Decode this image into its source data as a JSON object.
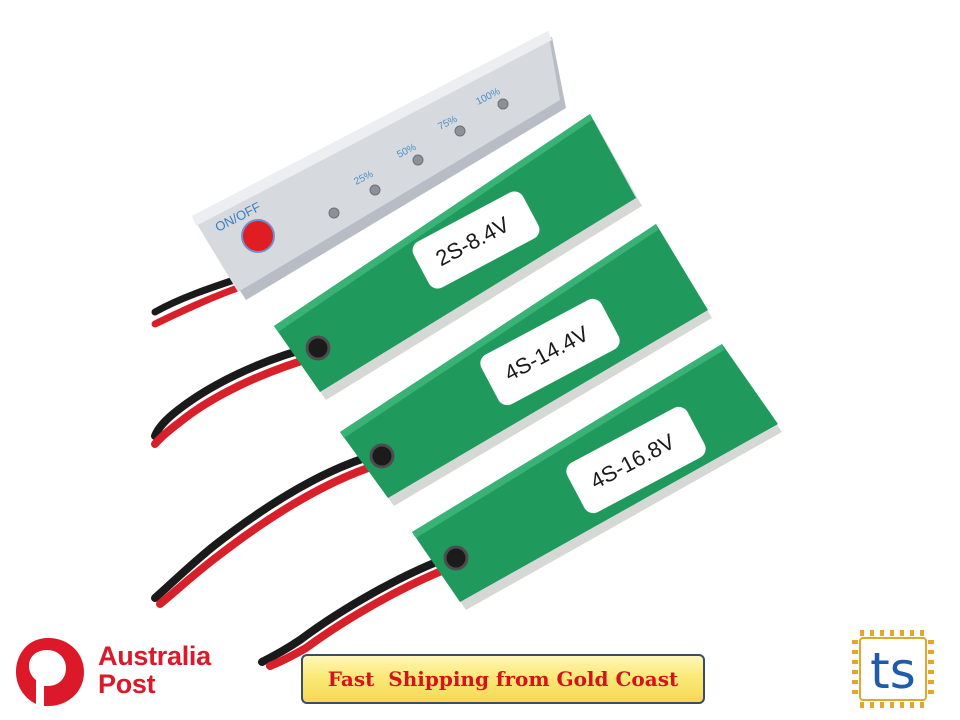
{
  "product": {
    "indicator_labels": [
      "25%",
      "50%",
      "75%",
      "100%"
    ],
    "switch_label": "ON/OFF",
    "boards": [
      "2S-8.4V",
      "4S-14.4V",
      "4S-16.8V"
    ]
  },
  "shipping_banner": {
    "text": "Fast  Shipping from Gold Coast"
  },
  "brand": {
    "line1": "Australia",
    "line2": "Post"
  },
  "store_logo": {
    "text": "ts"
  },
  "colors": {
    "board_green": "#1f9a5c",
    "wire_red": "#d8202a",
    "brand_red": "#dc1928",
    "banner_yellow": "#fbe977",
    "logo_blue": "#1e5ba8"
  }
}
